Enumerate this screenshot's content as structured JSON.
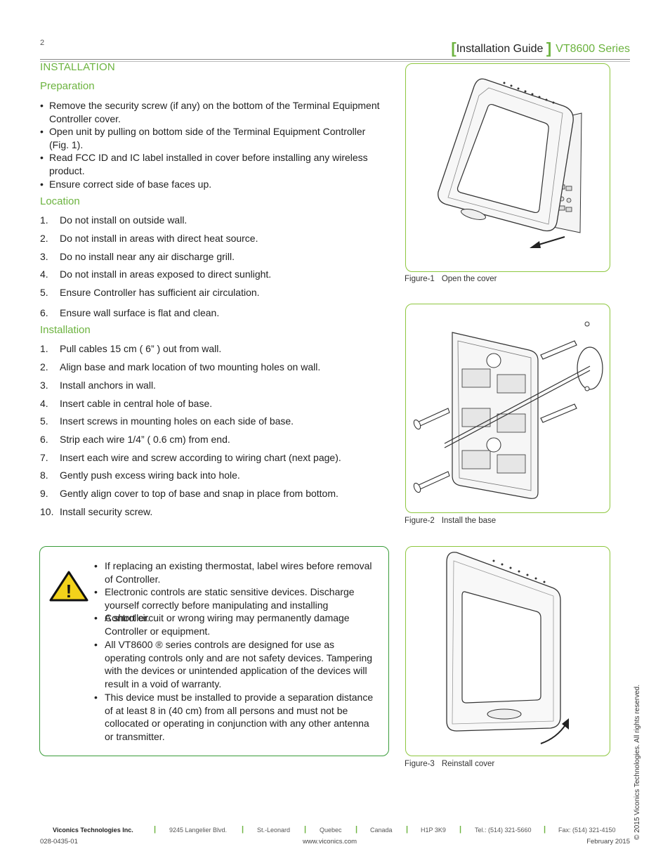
{
  "page_number": "2",
  "header": {
    "title": "Installation Guide",
    "series": "VT8600 Series",
    "bracket_left": "[",
    "bracket_right": "]"
  },
  "section_title": "INSTALLATION",
  "preparation": {
    "title": "Preparation",
    "items": [
      "Remove the security screw (if any) on the bottom of the Terminal Equipment Controller cover.",
      "Open unit by pulling on bottom side of the Terminal Equipment Controller (Fig. 1).",
      "Read FCC ID and IC label installed in cover before installing any wireless product.",
      "Ensure correct side of base faces up."
    ]
  },
  "location": {
    "title": "Location",
    "items": [
      {
        "n": "1.",
        "text": "Do not install on outside wall."
      },
      {
        "n": "2.",
        "text": "Do not install in areas with direct heat source."
      },
      {
        "n": "3.",
        "text": "Do no install near any air discharge grill."
      },
      {
        "n": "4.",
        "text": "Do not install in areas exposed to direct sunlight."
      },
      {
        "n": "5.",
        "text": "Ensure Controller has sufficient air circulation."
      },
      {
        "n": "6.",
        "text": "Ensure wall surface is flat and clean."
      }
    ]
  },
  "installation": {
    "title": "Installation",
    "items": [
      {
        "n": "1.",
        "text": "Pull cables 15 cm ( 6” ) out from wall."
      },
      {
        "n": "2.",
        "text": "Align base and mark location of two mounting holes on wall."
      },
      {
        "n": "3.",
        "text": "Install anchors in wall."
      },
      {
        "n": "4.",
        "text": "Insert cable in central hole of base."
      },
      {
        "n": "5.",
        "text": "Insert screws in mounting holes on each side of base."
      },
      {
        "n": "6.",
        "text": "Strip each wire 1/4” ( 0.6 cm) from end."
      },
      {
        "n": "7.",
        "text": "Insert each wire and screw according to wiring chart (next page)."
      },
      {
        "n": "8.",
        "text": "Gently push excess wiring back into hole."
      },
      {
        "n": "9.",
        "text": "Gently align cover to top of base and snap in place from bottom."
      },
      {
        "n": "10.",
        "text": "Install security screw."
      }
    ]
  },
  "warning_items": [
    "If replacing an existing thermostat, label wires before removal of Controller.",
    "Electronic controls are static sensitive devices. Discharge yourself correctly before manipulating and installing Controller.",
    "A short circuit or wrong wiring may permanently damage Controller or equipment.",
    "All VT8600 ® series controls are designed for use as operating controls only and are not safety devices. Tampering with the devices or unintended application of the devices will result in a void of warranty.",
    "This device must be installed to provide a separation distance of at least 8 in (40 cm) from all persons and must not be collocated or operating in conjunction with any other antenna or transmitter."
  ],
  "warning_icon": "warning-triangle-icon",
  "warning_mark": "!",
  "figures": [
    {
      "label": "Figure-1",
      "caption": "Open the cover"
    },
    {
      "label": "Figure-2",
      "caption": "Install the base"
    },
    {
      "label": "Figure-3",
      "caption": "Reinstall cover"
    }
  ],
  "copyright": "© 2015 Viconics Technologies. All rights reserved.",
  "footer": {
    "company": "Viconics Technologies Inc.",
    "address": "9245 Langelier Blvd.",
    "city": "St.-Leonard",
    "province": "Quebec",
    "country": "Canada",
    "postal": "H1P 3K9",
    "tel": "Tel.: (514) 321-5660",
    "fax": "Fax: (514) 321-4150",
    "separator": "|",
    "doc_number": "028-0435-01",
    "website": "www.viconics.com",
    "date": "February 2015"
  },
  "colors": {
    "accent_green": "#6cb33f",
    "box_green": "#8ec73f",
    "warning_yellow": "#f2d21b"
  }
}
